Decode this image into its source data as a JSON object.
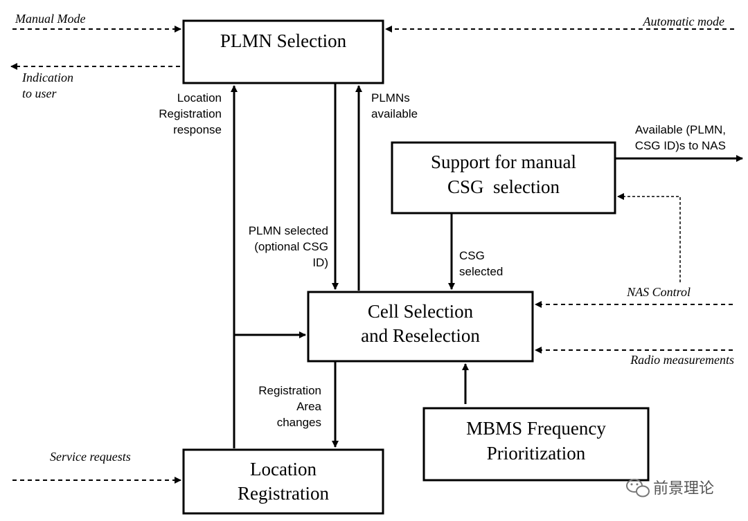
{
  "boxes": {
    "plmn_selection": "PLMN Selection",
    "manual_csg": [
      "Support for manual",
      "CSG  selection"
    ],
    "cell_selection": [
      "Cell Selection",
      "and Reselection"
    ],
    "location_registration": [
      "Location",
      "Registration"
    ],
    "mbms": [
      "MBMS Frequency",
      "Prioritization"
    ]
  },
  "labels": {
    "manual_mode": "Manual Mode",
    "automatic_mode": "Automatic mode",
    "indication_to_user": [
      "Indication",
      "to user"
    ],
    "location_registration_response": [
      "Location",
      "Registration",
      "response"
    ],
    "plmns_available": [
      "PLMNs",
      "available"
    ],
    "available_to_nas": [
      "Available (PLMN,",
      "CSG ID)s to NAS"
    ],
    "plmn_selected": [
      "PLMN selected",
      "(optional CSG",
      "ID)"
    ],
    "csg_selected": [
      "CSG",
      "selected"
    ],
    "nas_control": "NAS Control",
    "radio_measurements": "Radio measurements",
    "registration_area_changes": [
      "Registration",
      "Area",
      "changes"
    ],
    "service_requests": "Service requests"
  },
  "watermark": {
    "text": "前景理论",
    "icon": "wechat-icon"
  }
}
